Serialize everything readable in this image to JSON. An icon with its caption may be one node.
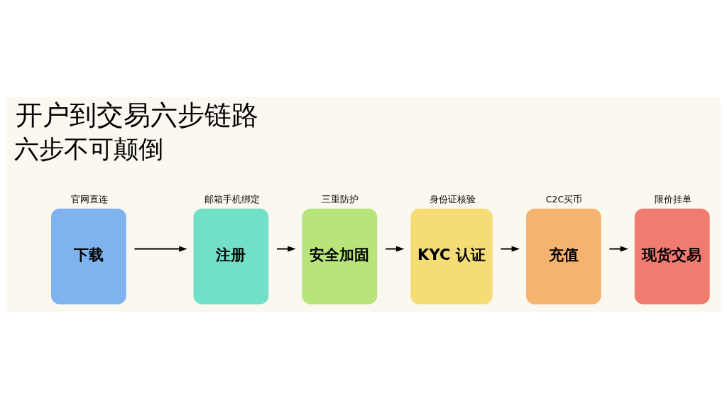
{
  "diagram": {
    "title": "开户到交易六步链路",
    "caption": "六步不可颠倒",
    "nodes": [
      {
        "text": [
          "下载"
        ],
        "beside": [
          "官网直连"
        ]
      },
      {
        "text": [
          "注册"
        ],
        "beside": [
          "邮箱手机绑定"
        ]
      },
      {
        "text": [
          "安全加固"
        ],
        "beside": [
          "三重防护"
        ]
      },
      {
        "text": [
          "KYC 认证"
        ],
        "beside": [
          "身份证核验"
        ]
      },
      {
        "text": [
          "充值"
        ],
        "beside": [
          "C2C买币"
        ]
      },
      {
        "text": [
          "现货交易"
        ],
        "beside": [
          "限价挂单"
        ]
      }
    ],
    "edges": [
      {
        "from": 0,
        "to": 1,
        "arrow": "to"
      },
      {
        "from": 1,
        "to": 2,
        "arrow": "to"
      },
      {
        "from": 2,
        "to": 3,
        "arrow": "to"
      },
      {
        "from": 3,
        "to": 4,
        "arrow": "to"
      },
      {
        "from": 4,
        "to": 5,
        "arrow": "to"
      }
    ]
  }
}
